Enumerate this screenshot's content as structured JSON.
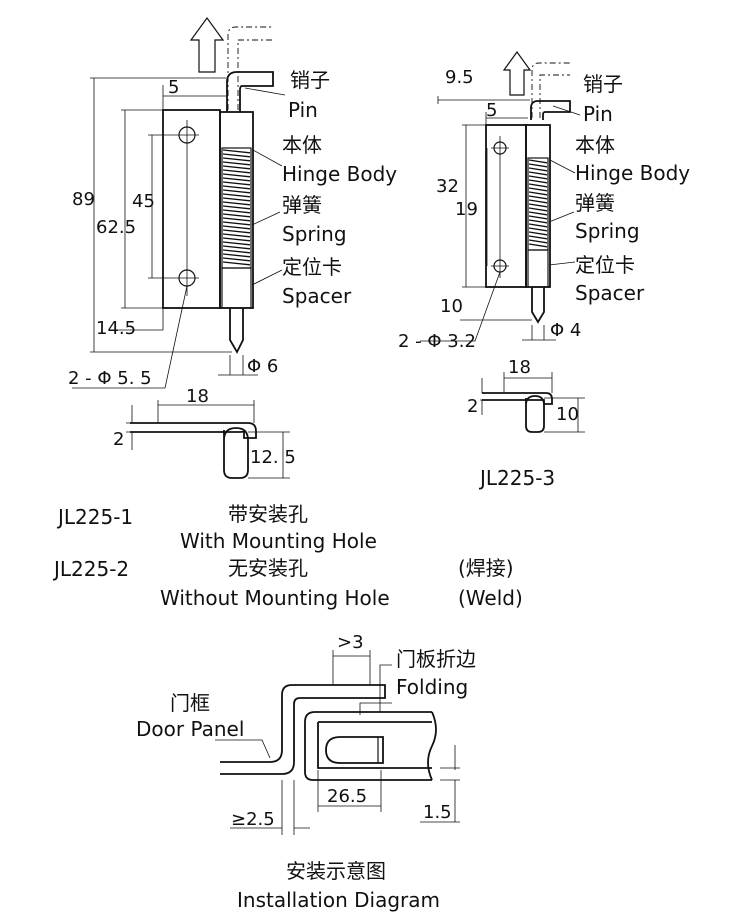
{
  "labels": {
    "pin_cn": "销子",
    "pin_en": "Pin",
    "body_cn": "本体",
    "body_en": "Hinge Body",
    "spring_cn": "弹簧",
    "spring_en": "Spring",
    "spacer_cn": "定位卡",
    "spacer_en": "Spacer"
  },
  "model_1": {
    "dim_top": "5",
    "dim_height": "89",
    "dim_hole_span": "45",
    "dim_body": "62.5",
    "dim_bottom": "14.5",
    "dim_holes": "2 - Φ 5. 5",
    "dim_pin_dia": "Φ 6",
    "handle_length": "18",
    "handle_thickness": "2",
    "handle_height": "12. 5"
  },
  "model_3": {
    "dim_offset": "9.5",
    "dim_top": "5",
    "dim_height": "32",
    "dim_hole_span": "19",
    "dim_bottom": "10",
    "dim_holes": "2 - Φ 3.2",
    "dim_pin_dia": "Φ 4",
    "handle_length": "18",
    "handle_thickness": "2",
    "handle_height": "10",
    "model_label": "JL225-3"
  },
  "legend": {
    "row1_code": "JL225-1",
    "row1_cn": "带安装孔",
    "row1_en": "With Mounting Hole",
    "row2_code": "JL225-2",
    "row2_cn": "无安装孔",
    "row2_en": "Without Mounting Hole",
    "weld_cn": "(焊接)",
    "weld_en": "(Weld)"
  },
  "installation": {
    "gap": ">3",
    "folding_cn": "门板折边",
    "folding_en": "Folding",
    "frame_cn": "门框",
    "frame_en": "Door Panel",
    "dim_min": "≥2.5",
    "dim_length": "26.5",
    "dim_gap": "1.5",
    "caption_cn": "安装示意图",
    "caption_en": "Installation Diagram"
  }
}
